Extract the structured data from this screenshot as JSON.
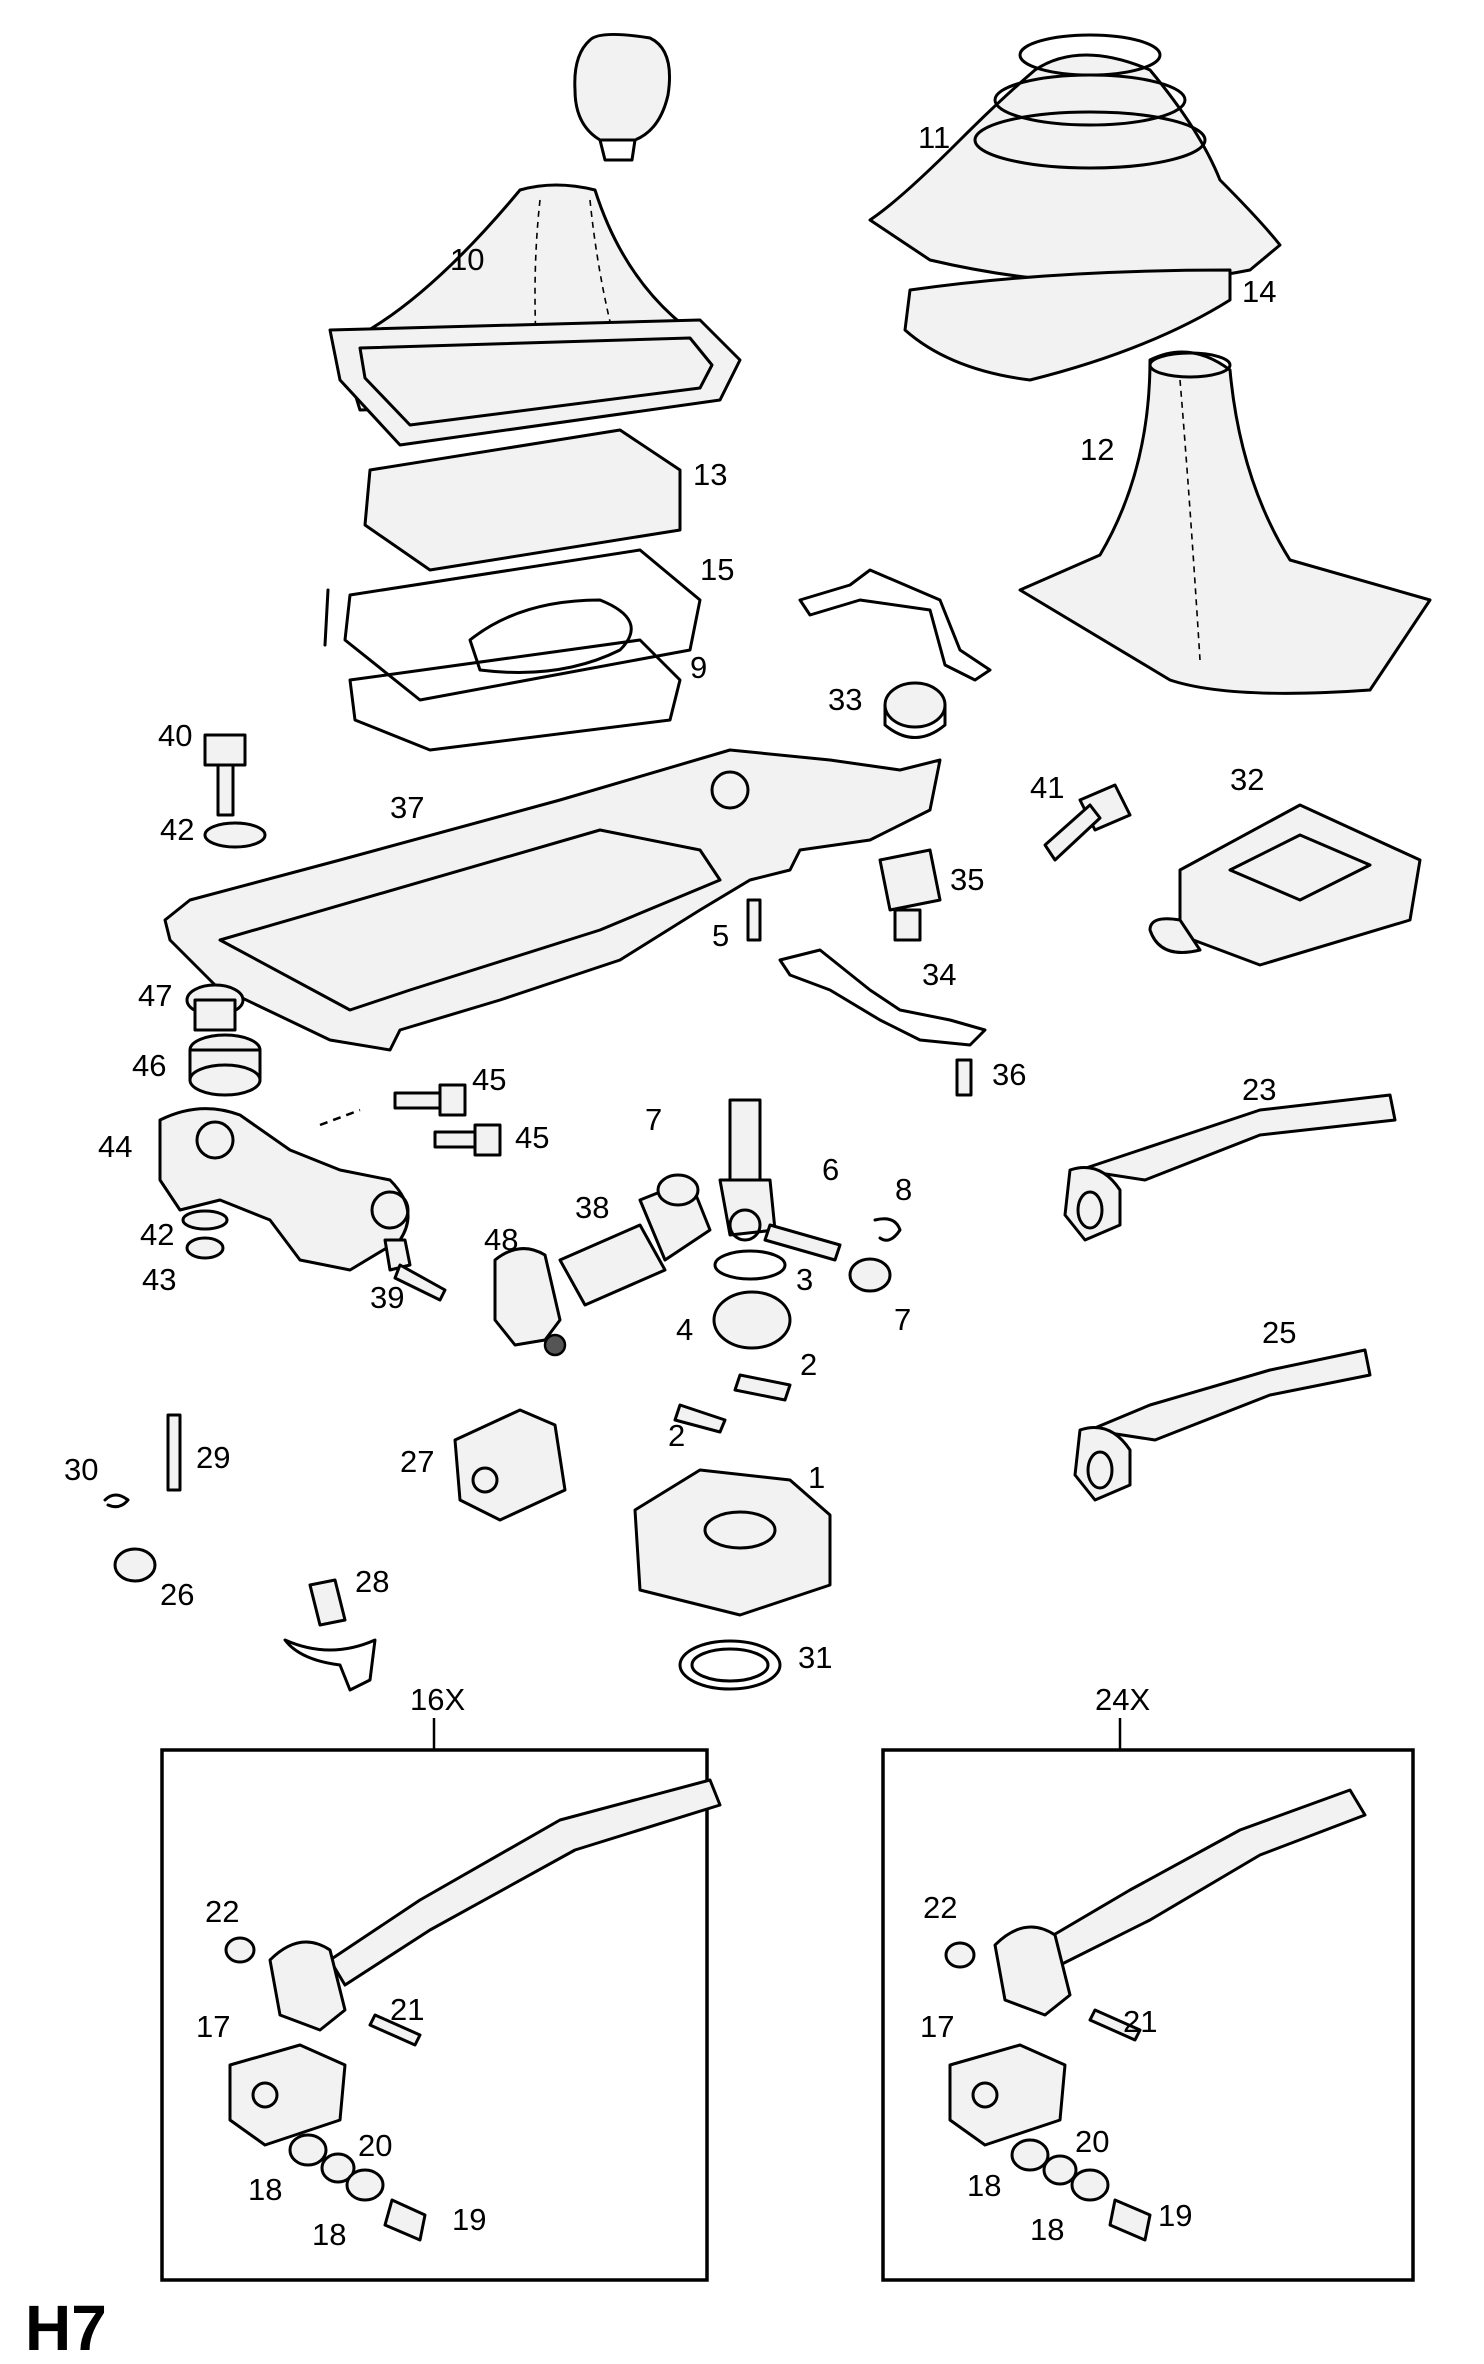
{
  "page_tag": "H7",
  "callouts": {
    "c1": "1",
    "c2a": "2",
    "c2b": "2",
    "c3": "3",
    "c4": "4",
    "c5": "5",
    "c6": "6",
    "c7a": "7",
    "c7b": "7",
    "c8": "8",
    "c9": "9",
    "c10": "10",
    "c11": "11",
    "c12": "12",
    "c13": "13",
    "c14": "14",
    "c15": "15",
    "c17a": "17",
    "c17b": "17",
    "c18a": "18",
    "c18b": "18",
    "c18c": "18",
    "c18d": "18",
    "c19a": "19",
    "c19b": "19",
    "c20a": "20",
    "c20b": "20",
    "c21a": "21",
    "c21b": "21",
    "c22a": "22",
    "c22b": "22",
    "c23": "23",
    "c25": "25",
    "c26": "26",
    "c27": "27",
    "c28": "28",
    "c29": "29",
    "c30": "30",
    "c31": "31",
    "c32": "32",
    "c33": "33",
    "c34": "34",
    "c35": "35",
    "c36": "36",
    "c37": "37",
    "c38": "38",
    "c39": "39",
    "c40": "40",
    "c41": "41",
    "c42a": "42",
    "c42b": "42",
    "c43": "43",
    "c44": "44",
    "c45a": "45",
    "c45b": "45",
    "c46": "46",
    "c47": "47",
    "c48": "48"
  },
  "insets": {
    "left_title": "16X",
    "right_title": "24X"
  }
}
